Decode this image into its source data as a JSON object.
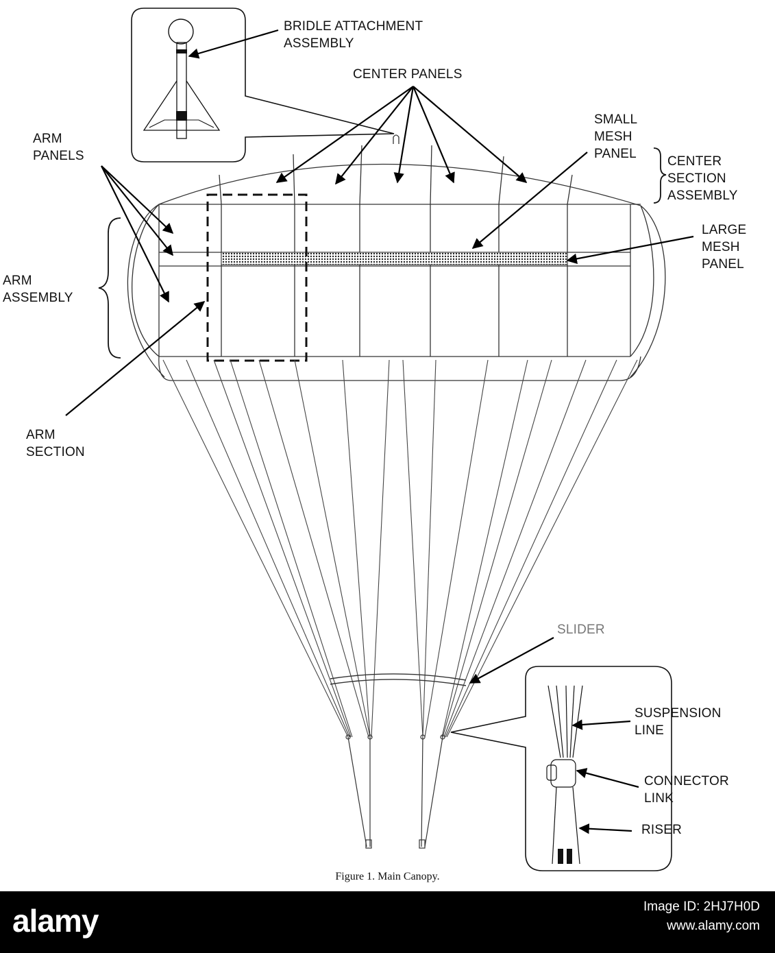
{
  "labels": {
    "bridle_attachment_assembly": "BRIDLE ATTACHMENT\nASSEMBLY",
    "center_panels": "CENTER PANELS",
    "arm_panels": "ARM\nPANELS",
    "small_mesh_panel": "SMALL\nMESH\nPANEL",
    "center_section_assembly": "CENTER\nSECTION\nASSEMBLY",
    "large_mesh_panel": "LARGE\nMESH\nPANEL",
    "arm_assembly": "ARM\nASSEMBLY",
    "arm_section": "ARM\nSECTION",
    "slider": "SLIDER",
    "suspension_line": "SUSPENSION\nLINE",
    "connector_link": "CONNECTOR\nLINK",
    "riser": "RISER"
  },
  "caption": "Figure 1.  Main Canopy.",
  "watermark": {
    "brand": "alamy",
    "image_id": "Image ID: 2HJ7H0D",
    "url": "www.alamy.com"
  }
}
